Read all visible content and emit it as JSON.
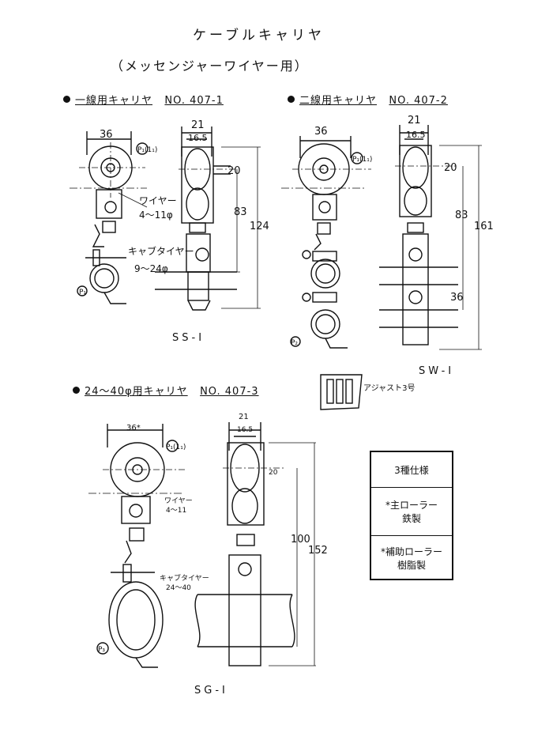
{
  "title": "ケーブルキャリヤ",
  "subtitle": "（メッセンジャーワイヤー用）",
  "sections": [
    {
      "name": "一線用キャリヤ",
      "model": "NO. 407-1",
      "caption": "SS-I",
      "dims": {
        "w1": "36",
        "w2": "21",
        "w3": "16.5",
        "d1": "20",
        "h1": "83",
        "h2": "124"
      },
      "labels": {
        "wire": "ワイヤー",
        "wire_range": "4～11φ",
        "tire": "キャブタイヤー",
        "tire_range": "9～24φ",
        "p1": "P₁",
        "p1b": "P₁(1₁)"
      }
    },
    {
      "name": "二線用キャリヤ",
      "model": "NO. 407-2",
      "caption": "SW-I",
      "dims": {
        "w1": "36",
        "w2": "21",
        "w3": "16.5",
        "d1": "20",
        "h1": "83",
        "h2": "161",
        "h3": "36"
      },
      "labels": {
        "p2": "P₂",
        "p1b": "P₁(1₁)"
      }
    },
    {
      "name": "24～40φ用キャリヤ",
      "model": "NO. 407-3",
      "caption": "SG-I",
      "dims": {
        "w1": "36*",
        "w2": "21",
        "w3": "16.5",
        "d1": "20",
        "h1": "100",
        "h2": "152"
      },
      "labels": {
        "wire": "ワイヤー",
        "wire_range": "4～11",
        "tire": "キャブタイヤー",
        "tire_range": "24～40",
        "p3": "P₃",
        "p1b": "P₁(1₁)"
      }
    }
  ],
  "adjuster_label": "アジャスト3号",
  "spec_box": {
    "title": "3種仕様",
    "main_roller": "*主ローラー",
    "main_material": "鉄製",
    "aux_roller": "*補助ローラー",
    "aux_material": "樹脂製"
  }
}
